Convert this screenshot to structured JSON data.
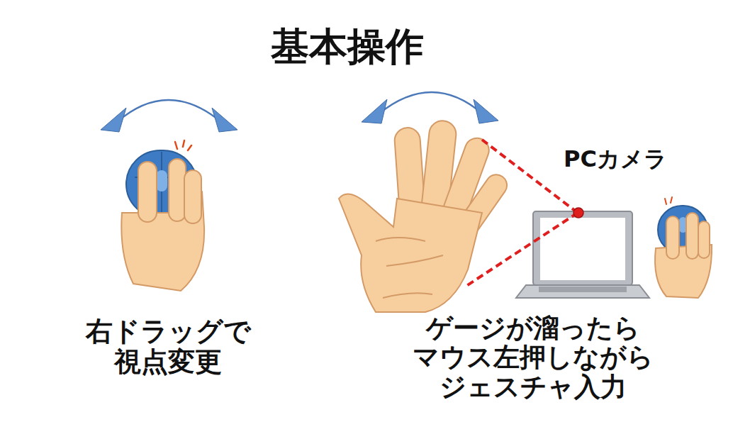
{
  "diagram": {
    "title": "基本操作",
    "labels": [
      "右ドラッグで 視点変更",
      "PCカメラ",
      "ゲージが溜ったら マウス左押しながら ジェスチャ入力"
    ]
  }
}
